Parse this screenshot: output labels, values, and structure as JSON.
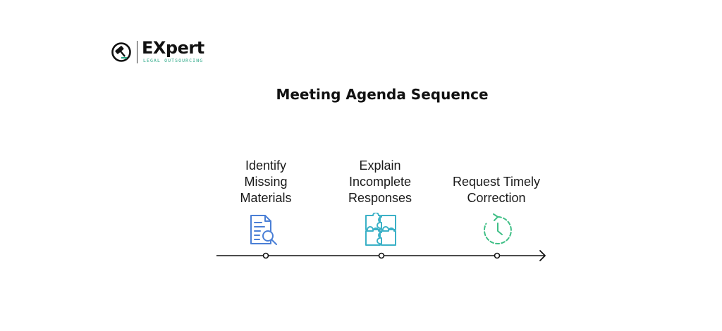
{
  "brand": {
    "name_prefix": "E",
    "name_x": "X",
    "name_suffix": "pert",
    "tagline": "LEGAL OUTSOURCING",
    "accent_color": "#2aa886"
  },
  "diagram": {
    "title": "Meeting Agenda Sequence",
    "steps": [
      {
        "line1": "Identify",
        "line2": "Missing",
        "line3": "Materials",
        "icon": "document-search-icon",
        "color": "#4a7fd6"
      },
      {
        "line1": "Explain",
        "line2": "Incomplete",
        "line3": "Responses",
        "icon": "puzzle-icon",
        "color": "#3bb1c7"
      },
      {
        "line1": "Request Timely",
        "line2": "Correction",
        "line3": "",
        "icon": "clock-refresh-icon",
        "color": "#3fbf86"
      }
    ]
  }
}
